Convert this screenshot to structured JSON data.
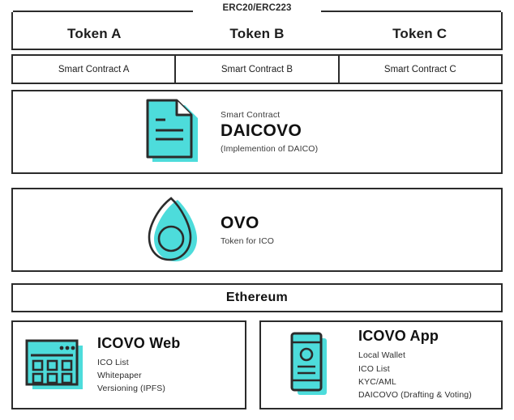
{
  "diagram": {
    "title": "ICOVO platform architecture stack",
    "accent_color": "#4DDCDB",
    "line_color": "#2b2b2b",
    "background": "#ffffff"
  },
  "token_band": {
    "label": "ERC20/ERC223",
    "tokens": [
      {
        "label": "Token A"
      },
      {
        "label": "Token B"
      },
      {
        "label": "Token C"
      }
    ]
  },
  "smart_contract_row": {
    "cells": [
      {
        "label": "Smart Contract A"
      },
      {
        "label": "Smart Contract B"
      },
      {
        "label": "Smart Contract C"
      }
    ]
  },
  "daicovo": {
    "icon": "document-icon",
    "eyebrow": "Smart Contract",
    "title": "DAICOVO",
    "note": "(Implemention of DAICO)"
  },
  "ovo": {
    "icon": "egg-icon",
    "title": "OVO",
    "note": "Token for ICO"
  },
  "ethereum": {
    "label": "Ethereum"
  },
  "products": [
    {
      "icon": "browser-window-icon",
      "title": "ICOVO Web",
      "features": [
        "ICO List",
        "Whitepaper",
        "Versioning (IPFS)"
      ]
    },
    {
      "icon": "smartphone-icon",
      "title": "ICOVO App",
      "features": [
        "Local Wallet",
        "ICO List",
        "KYC/AML",
        "DAICOVO (Drafting & Voting)"
      ]
    }
  ]
}
